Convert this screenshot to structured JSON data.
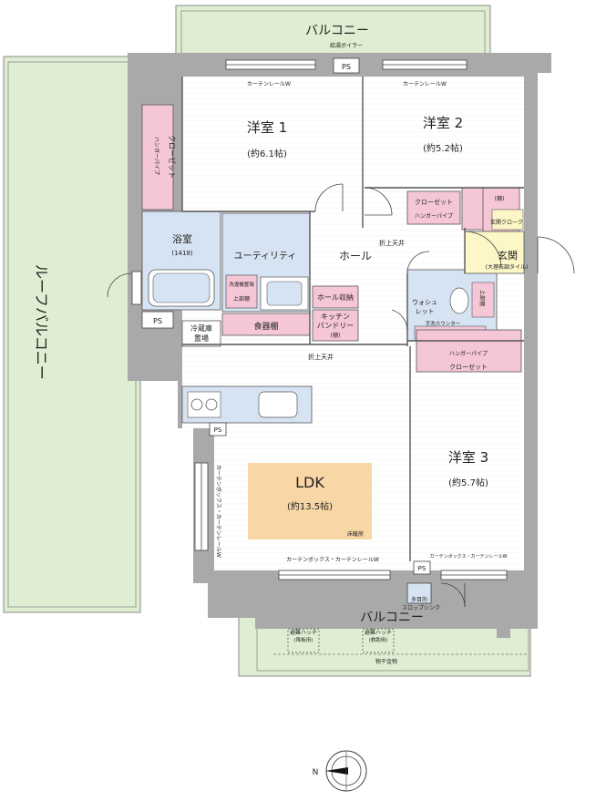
{
  "labels": {
    "balcony_top": "バルコニー",
    "water_heater": "給湯ボイラー",
    "ps": "PS",
    "curtain_rail": "カーテンレールW",
    "room1": "洋室 1",
    "room1_size": "(約6.1帖)",
    "room2": "洋室 2",
    "room2_size": "(約5.2帖)",
    "closet": "クローゼット",
    "hanger_pipe": "ハンガーパイプ",
    "entry_closet": "(棚)",
    "shoe_closet": "玄関クローク",
    "bathroom": "浴室",
    "bath_size": "(1418)",
    "utility": "ユーティリティ",
    "hall": "ホール",
    "fold_ceiling": "折上天井",
    "entrance": "玄関",
    "entrance_note": "(大理石調タイル)",
    "roof_balcony": "ルーフバルコニー",
    "washer_area": "洗濯機置場",
    "upper_shelf": "上部棚",
    "hall_storage": "ホール収納",
    "kitchen_pantry_1": "キッチン",
    "kitchen_pantry_2": "パンドリー",
    "kitchen_pantry_3": "(棚)",
    "washlet_1": "ウォシュ",
    "washlet_2": "レット",
    "washbasin": "手洗カウンター",
    "upper_shelf_toilet": "上部棚",
    "fridge_1": "冷蔵庫",
    "fridge_2": "置場",
    "cupboard": "食器棚",
    "room3": "洋室 3",
    "room3_size": "(約5.7帖)",
    "ldk": "LDK",
    "ldk_size": "(約13.5帖)",
    "floor_heating": "床暖房",
    "curtain_box_rail": "カーテンボックス・カーテンレールW",
    "curtain_box_vertical": "カーテンボックス・カーテンレールW",
    "balcony_bottom": "バルコニー",
    "slop_sink_1": "多目的",
    "slop_sink_2": "スロップシンク",
    "hatch_1": "避難ハッチ",
    "hatch_1b": "(降板用)",
    "hatch_2": "避難ハッチ",
    "hatch_2b": "(救助用)",
    "drying_hardware": "物干金物",
    "compass_n": "N"
  },
  "colors": {
    "wall": "#a9a9a9",
    "balcony": "#dfeed2",
    "closet": "#f4c6d6",
    "wet": "#d6e3f2",
    "entrance": "#fdf7c8",
    "ldk_floor": "#f9d6a5",
    "floor": "#ffffff"
  }
}
